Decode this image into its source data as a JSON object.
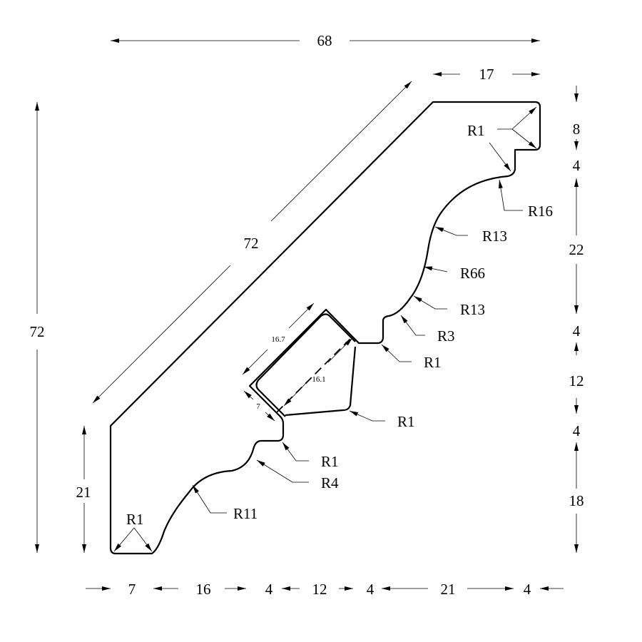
{
  "overall": {
    "width": "68",
    "height": "72",
    "diagonal": "72",
    "top_flat": "17",
    "left_height": "21"
  },
  "right_dims": [
    "8",
    "4",
    "22",
    "4",
    "12",
    "4",
    "18"
  ],
  "bottom_dims": [
    "7",
    "16",
    "4",
    "12",
    "4",
    "21",
    "4"
  ],
  "pocket": {
    "length": "16.7",
    "inner_length": "16.1",
    "depth": "7"
  },
  "radii": {
    "top_corner": "R1",
    "r16": "R16",
    "r13_upper": "R13",
    "r66": "R66",
    "r13_lower": "R13",
    "r3": "R3",
    "r1_step": "R1",
    "r1_pocket": "R1",
    "r1_lower": "R1",
    "r4": "R4",
    "r11": "R11",
    "bottom_corner": "R1"
  }
}
